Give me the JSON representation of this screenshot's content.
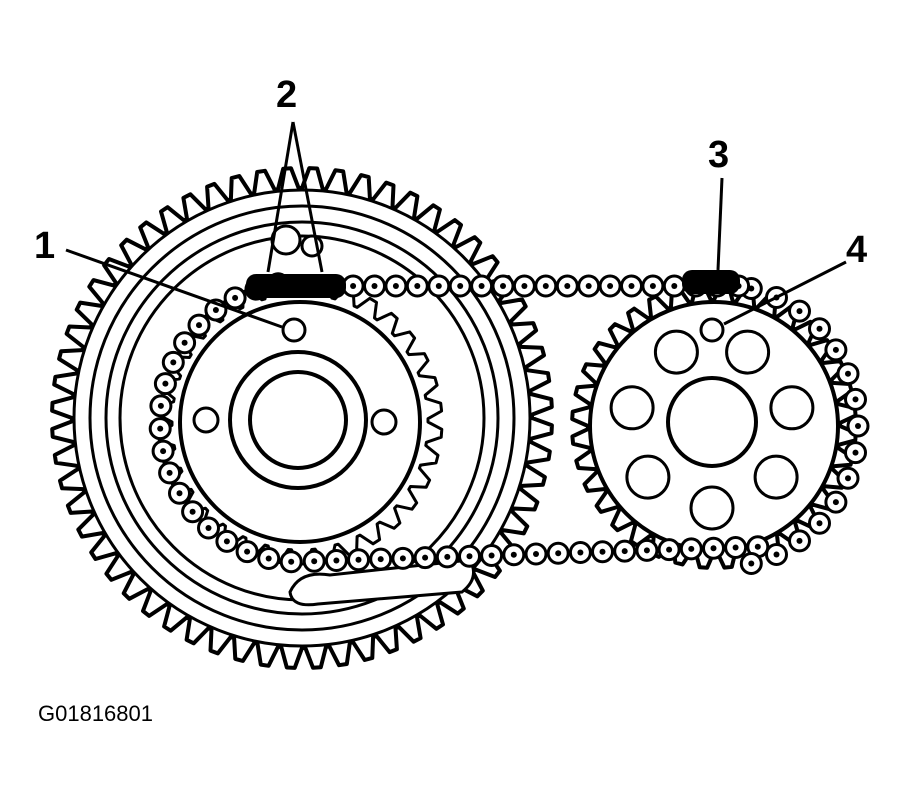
{
  "figure_id": "G01816801",
  "callouts": [
    {
      "id": "1",
      "label": "1"
    },
    {
      "id": "2",
      "label": "2"
    },
    {
      "id": "3",
      "label": "3"
    },
    {
      "id": "4",
      "label": "4"
    }
  ],
  "colors": {
    "ink": "#000000",
    "paper": "#ffffff"
  }
}
